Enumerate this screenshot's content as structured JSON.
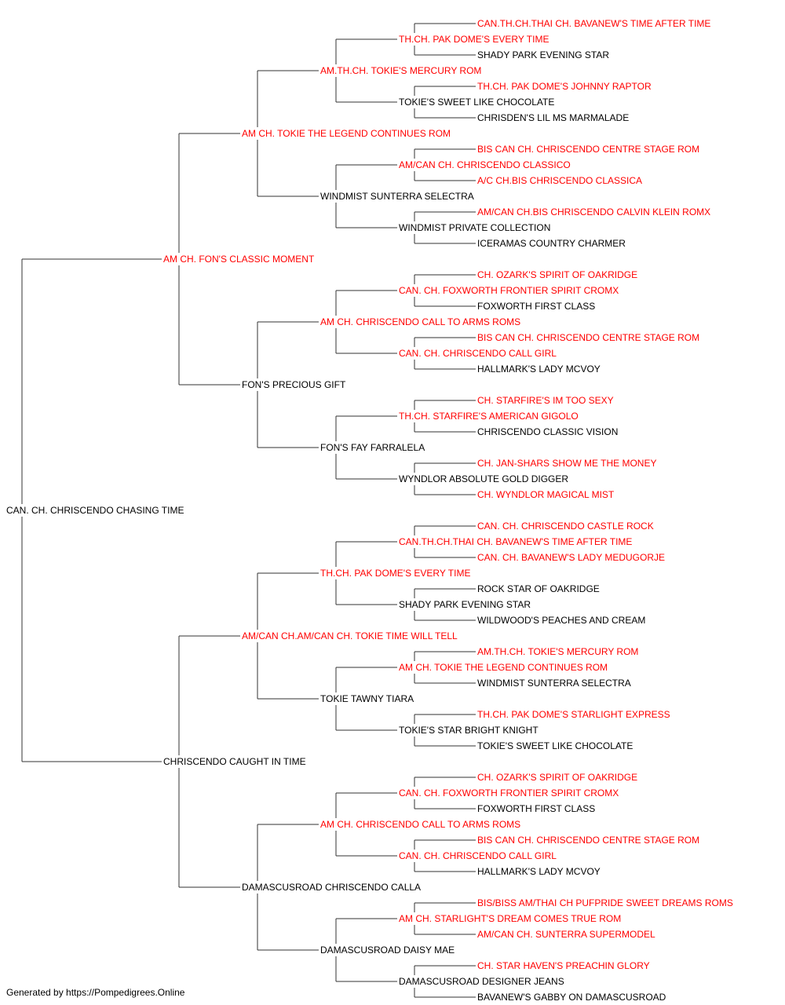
{
  "colors": {
    "champion": "#ff0000",
    "normal": "#000000",
    "connector": "#333333"
  },
  "tree": {
    "name": "CAN. CH. CHRISCENDO CHASING TIME",
    "champion": false,
    "sire": {
      "name": "AM CH. FON'S CLASSIC MOMENT",
      "champion": true,
      "sire": {
        "name": "AM CH. TOKIE THE LEGEND CONTINUES ROM",
        "champion": true,
        "sire": {
          "name": "AM.TH.CH. TOKIE'S MERCURY ROM",
          "champion": true,
          "sire": {
            "name": "TH.CH. PAK DOME'S EVERY TIME",
            "champion": true,
            "sire": {
              "name": "CAN.TH.CH.THAI CH. BAVANEW'S TIME AFTER TIME",
              "champion": true
            },
            "dam": {
              "name": "SHADY PARK EVENING STAR",
              "champion": false
            }
          },
          "dam": {
            "name": "TOKIE'S SWEET LIKE CHOCOLATE",
            "champion": false,
            "sire": {
              "name": "TH.CH. PAK DOME'S JOHNNY RAPTOR",
              "champion": true
            },
            "dam": {
              "name": "CHRISDEN'S LIL MS MARMALADE",
              "champion": false
            }
          }
        },
        "dam": {
          "name": "WINDMIST SUNTERRA SELECTRA",
          "champion": false,
          "sire": {
            "name": "AM/CAN CH. CHRISCENDO CLASSICO",
            "champion": true,
            "sire": {
              "name": "BIS CAN CH. CHRISCENDO CENTRE STAGE ROM",
              "champion": true
            },
            "dam": {
              "name": "A/C CH.BIS CHRISCENDO CLASSICA",
              "champion": true
            }
          },
          "dam": {
            "name": "WINDMIST PRIVATE COLLECTION",
            "champion": false,
            "sire": {
              "name": "AM/CAN CH.BIS CHRISCENDO CALVIN KLEIN ROMX",
              "champion": true
            },
            "dam": {
              "name": "ICERAMAS COUNTRY CHARMER",
              "champion": false
            }
          }
        }
      },
      "dam": {
        "name": "FON'S PRECIOUS GIFT",
        "champion": false,
        "sire": {
          "name": "AM CH. CHRISCENDO CALL TO ARMS ROMS",
          "champion": true,
          "sire": {
            "name": "CAN. CH. FOXWORTH FRONTIER SPIRIT CROMX",
            "champion": true,
            "sire": {
              "name": "CH. OZARK'S SPIRIT OF OAKRIDGE",
              "champion": true
            },
            "dam": {
              "name": "FOXWORTH FIRST CLASS",
              "champion": false
            }
          },
          "dam": {
            "name": "CAN. CH. CHRISCENDO CALL GIRL",
            "champion": true,
            "sire": {
              "name": "BIS CAN CH. CHRISCENDO CENTRE STAGE ROM",
              "champion": true
            },
            "dam": {
              "name": "HALLMARK'S LADY MCVOY",
              "champion": false
            }
          }
        },
        "dam": {
          "name": "FON'S FAY FARRALELA",
          "champion": false,
          "sire": {
            "name": "TH.CH. STARFIRE'S AMERICAN GIGOLO",
            "champion": true,
            "sire": {
              "name": "CH. STARFIRE'S IM TOO SEXY",
              "champion": true
            },
            "dam": {
              "name": "CHRISCENDO CLASSIC VISION",
              "champion": false
            }
          },
          "dam": {
            "name": "WYNDLOR ABSOLUTE GOLD DIGGER",
            "champion": false,
            "sire": {
              "name": "CH. JAN-SHARS SHOW ME THE MONEY",
              "champion": true
            },
            "dam": {
              "name": "CH. WYNDLOR MAGICAL MIST",
              "champion": true
            }
          }
        }
      }
    },
    "dam": {
      "name": "CHRISCENDO CAUGHT IN TIME",
      "champion": false,
      "sire": {
        "name": "AM/CAN CH.AM/CAN CH. TOKIE TIME WILL TELL",
        "champion": true,
        "sire": {
          "name": "TH.CH. PAK DOME'S EVERY TIME",
          "champion": true,
          "sire": {
            "name": "CAN.TH.CH.THAI CH. BAVANEW'S TIME AFTER TIME",
            "champion": true,
            "sire": {
              "name": "CAN. CH. CHRISCENDO CASTLE ROCK",
              "champion": true
            },
            "dam": {
              "name": "CAN. CH. BAVANEW'S LADY MEDUGORJE",
              "champion": true
            }
          },
          "dam": {
            "name": "SHADY PARK EVENING STAR",
            "champion": false,
            "sire": {
              "name": "ROCK STAR OF OAKRIDGE",
              "champion": false
            },
            "dam": {
              "name": "WILDWOOD'S PEACHES AND CREAM",
              "champion": false
            }
          }
        },
        "dam": {
          "name": "TOKIE TAWNY TIARA",
          "champion": false,
          "sire": {
            "name": "AM CH. TOKIE THE LEGEND CONTINUES ROM",
            "champion": true,
            "sire": {
              "name": "AM.TH.CH. TOKIE'S MERCURY ROM",
              "champion": true
            },
            "dam": {
              "name": "WINDMIST SUNTERRA SELECTRA",
              "champion": false
            }
          },
          "dam": {
            "name": "TOKIE'S STAR BRIGHT KNIGHT",
            "champion": false,
            "sire": {
              "name": "TH.CH. PAK DOME'S STARLIGHT EXPRESS",
              "champion": true
            },
            "dam": {
              "name": "TOKIE'S SWEET LIKE CHOCOLATE",
              "champion": false
            }
          }
        }
      },
      "dam": {
        "name": "DAMASCUSROAD CHRISCENDO CALLA",
        "champion": false,
        "sire": {
          "name": "AM CH. CHRISCENDO CALL TO ARMS ROMS",
          "champion": true,
          "sire": {
            "name": "CAN. CH. FOXWORTH FRONTIER SPIRIT CROMX",
            "champion": true,
            "sire": {
              "name": "CH. OZARK'S SPIRIT OF OAKRIDGE",
              "champion": true
            },
            "dam": {
              "name": "FOXWORTH FIRST CLASS",
              "champion": false
            }
          },
          "dam": {
            "name": "CAN. CH. CHRISCENDO CALL GIRL",
            "champion": true,
            "sire": {
              "name": "BIS CAN CH. CHRISCENDO CENTRE STAGE ROM",
              "champion": true
            },
            "dam": {
              "name": "HALLMARK'S LADY MCVOY",
              "champion": false
            }
          }
        },
        "dam": {
          "name": "DAMASCUSROAD DAISY MAE",
          "champion": false,
          "sire": {
            "name": "AM CH. STARLIGHT'S DREAM COMES TRUE ROM",
            "champion": true,
            "sire": {
              "name": "BIS/BISS AM/THAI CH PUFPRIDE SWEET DREAMS ROMS",
              "champion": true
            },
            "dam": {
              "name": "AM/CAN CH. SUNTERRA SUPERMODEL",
              "champion": true
            }
          },
          "dam": {
            "name": "DAMASCUSROAD DESIGNER JEANS",
            "champion": false,
            "sire": {
              "name": "CH. STAR HAVEN'S PREACHIN GLORY",
              "champion": true
            },
            "dam": {
              "name": "BAVANEW'S GABBY ON DAMASCUSROAD",
              "champion": false
            }
          }
        }
      }
    }
  },
  "footer": {
    "text": "Generated by https://Pompedigrees.Online"
  }
}
